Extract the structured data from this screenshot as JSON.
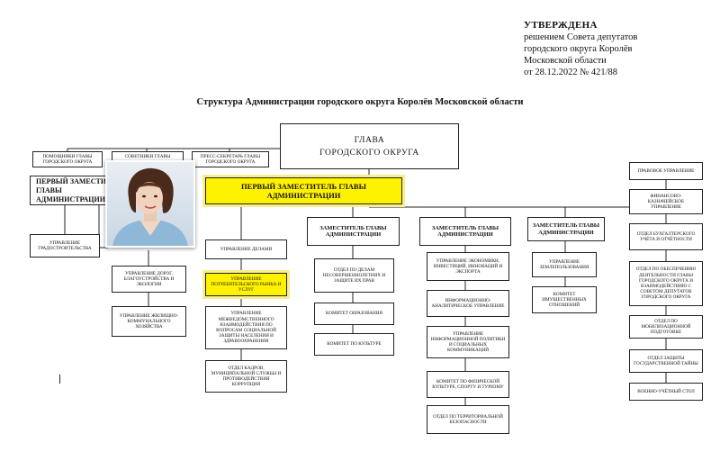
{
  "approval": {
    "heading": "УТВЕРЖДЕНА",
    "line1": "решением Совета депутатов",
    "line2": "городского округа Королёв",
    "line3": "Московской области",
    "line4": "от 28.12.2022 № 421/88"
  },
  "title": "Структура Администрации городского округа Королёв Московской области",
  "head": {
    "line1": "ГЛАВА",
    "line2": "ГОРОДСКОГО ОКРУГА"
  },
  "top_assistants": {
    "pomoshchniki": "Помощники главы городского округа",
    "sovetniki": "Советники главы",
    "press": "Пресс-секретарь главы городского округа"
  },
  "deputies": {
    "first_a": "ПЕРВЫЙ ЗАМЕСТИТЕЛЬ ГЛАВЫ АДМИНИСТРАЦИИ",
    "first_b": "ПЕРВЫЙ ЗАМЕСТИТЕЛЬ ГЛАВЫ АДМИНИСТРАЦИИ",
    "dep_1": "ЗАМЕСТИТЕЛЬ ГЛАВЫ АДМИНИСТРАЦИИ",
    "dep_2": "ЗАМЕСТИТЕЛЬ ГЛАВЫ АДМИНИСТРАЦИИ",
    "dep_3": "ЗАМЕСТИТЕЛЬ ГЛАВЫ АДМИНИСТРАЦИИ"
  },
  "col_a": {
    "u1": "Управление градостроительства",
    "u2": "Управление дорог, благоустройства и экологии",
    "u3": "Управление жилищно-коммунального хозяйства"
  },
  "col_b": {
    "u1": "Управление делами",
    "u2": "Управление потребительского рынка и услуг",
    "u3": "Управление межведомственного взаимодействия по вопросам социальной защиты населения и здравоохранения",
    "u4": "Отдел кадров, муниципальной службы и противодействия коррупции"
  },
  "col_c": {
    "u1": "Отдел по делам несовершеннолетних и защите их прав",
    "u2": "Комитет образования",
    "u3": "Комитет по культуре"
  },
  "col_d": {
    "u1": "Управление экономики, инвестиций, инноваций и экспорта",
    "u2": "Информационно-аналитическое управление",
    "u3": "Управление информационной политики и социальных коммуникаций",
    "u4": "Комитет по физической культуре, спорту и туризму",
    "u5": "Отдел по территориальной безопасности"
  },
  "col_e": {
    "u1": "Управление землепользования",
    "u2": "Комитет имущественных отношений"
  },
  "col_f": {
    "u1": "Правовое управление",
    "u2": "Финансово-казначейское управление",
    "u3": "Отдел бухгалтерского учёта и отчётности",
    "u4": "Отдел по обеспечению деятельности главы городского округа и взаимодействию с Советом депутатов городского округа",
    "u5": "Отдел по мобилизационной подготовке",
    "u6": "Отдел защиты государственной тайны",
    "u7": "Военно-учётный стол"
  },
  "colors": {
    "highlight": "#fff200",
    "halo": "#f7ef8d",
    "line": "#222222"
  }
}
